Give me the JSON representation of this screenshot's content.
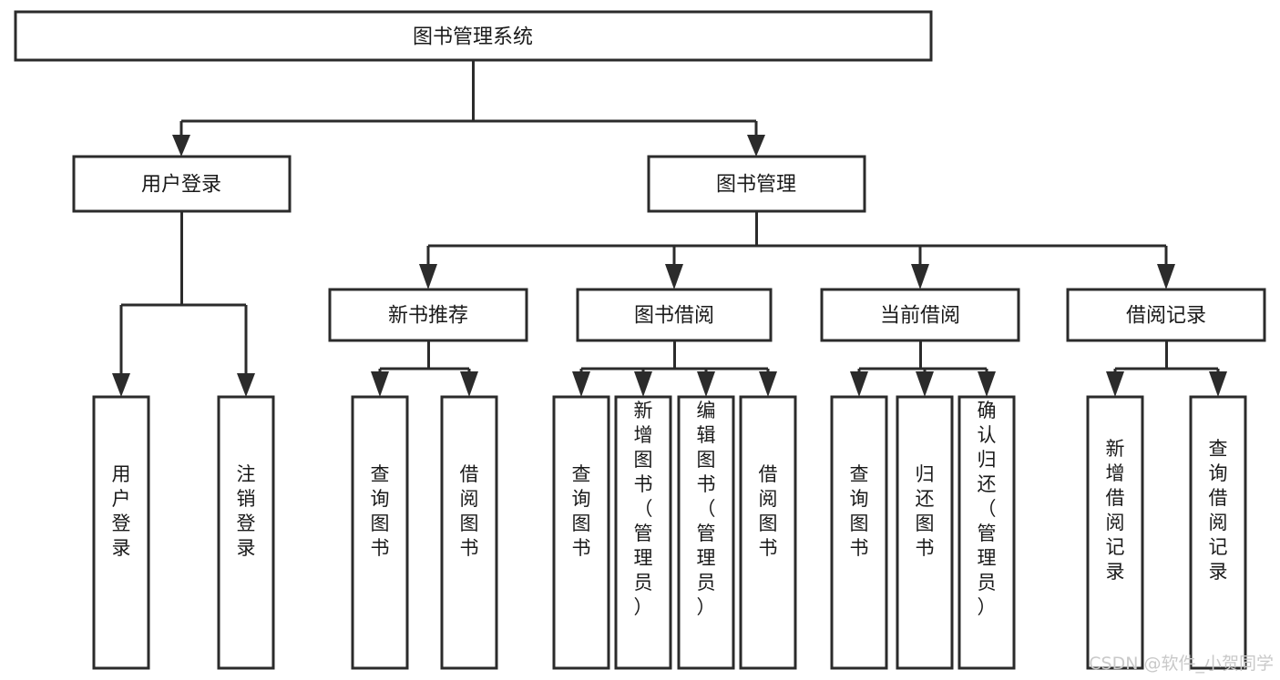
{
  "diagram": {
    "type": "tree",
    "title": "图书管理系统",
    "orientation": "top-down",
    "levels": 4,
    "nodes": {
      "root": {
        "label": "图书管理系统",
        "level": 0
      },
      "user_login": {
        "label": "用户登录",
        "level": 1
      },
      "book_manage": {
        "label": "图书管理",
        "level": 1
      },
      "new_book_rec": {
        "label": "新书推荐",
        "level": 2
      },
      "book_borrow": {
        "label": "图书借阅",
        "level": 2
      },
      "current_borrow": {
        "label": "当前借阅",
        "level": 2
      },
      "borrow_record": {
        "label": "借阅记录",
        "level": 2
      },
      "leaf_user_login": {
        "label": "用户登录",
        "level": 3
      },
      "leaf_logout": {
        "label": "注销登录",
        "level": 3
      },
      "leaf_query_book_1": {
        "label": "查询图书",
        "level": 3
      },
      "leaf_borrow_book_1": {
        "label": "借阅图书",
        "level": 3
      },
      "leaf_query_book_2": {
        "label": "查询图书",
        "level": 3
      },
      "leaf_add_book": {
        "label": "新增图书（管理员）",
        "level": 3
      },
      "leaf_edit_book": {
        "label": "编辑图书（管理员）",
        "level": 3
      },
      "leaf_borrow_book_2": {
        "label": "借阅图书",
        "level": 3
      },
      "leaf_query_book_3": {
        "label": "查询图书",
        "level": 3
      },
      "leaf_return_book": {
        "label": "归还图书",
        "level": 3
      },
      "leaf_confirm_return": {
        "label": "确认归还（管理员）",
        "level": 3
      },
      "leaf_add_record": {
        "label": "新增借阅记录",
        "level": 3
      },
      "leaf_query_record": {
        "label": "查询借阅记录",
        "level": 3
      }
    },
    "edges": [
      {
        "from": "root",
        "to": "user_login"
      },
      {
        "from": "root",
        "to": "book_manage"
      },
      {
        "from": "user_login",
        "to": "leaf_user_login"
      },
      {
        "from": "user_login",
        "to": "leaf_logout"
      },
      {
        "from": "book_manage",
        "to": "new_book_rec"
      },
      {
        "from": "book_manage",
        "to": "book_borrow"
      },
      {
        "from": "book_manage",
        "to": "current_borrow"
      },
      {
        "from": "book_manage",
        "to": "borrow_record"
      },
      {
        "from": "new_book_rec",
        "to": "leaf_query_book_1"
      },
      {
        "from": "new_book_rec",
        "to": "leaf_borrow_book_1"
      },
      {
        "from": "book_borrow",
        "to": "leaf_query_book_2"
      },
      {
        "from": "book_borrow",
        "to": "leaf_add_book"
      },
      {
        "from": "book_borrow",
        "to": "leaf_edit_book"
      },
      {
        "from": "book_borrow",
        "to": "leaf_borrow_book_2"
      },
      {
        "from": "current_borrow",
        "to": "leaf_query_book_3"
      },
      {
        "from": "current_borrow",
        "to": "leaf_return_book"
      },
      {
        "from": "current_borrow",
        "to": "leaf_confirm_return"
      },
      {
        "from": "borrow_record",
        "to": "leaf_add_record"
      },
      {
        "from": "borrow_record",
        "to": "leaf_query_record"
      }
    ],
    "colors": {
      "box_stroke": "#2b2b2b",
      "box_fill": "#ffffff",
      "text": "#1a1a1a",
      "background": "#ffffff",
      "watermark": "#c9c9c9"
    }
  },
  "watermark": {
    "text": "CSDN @软件_小贺同学"
  }
}
